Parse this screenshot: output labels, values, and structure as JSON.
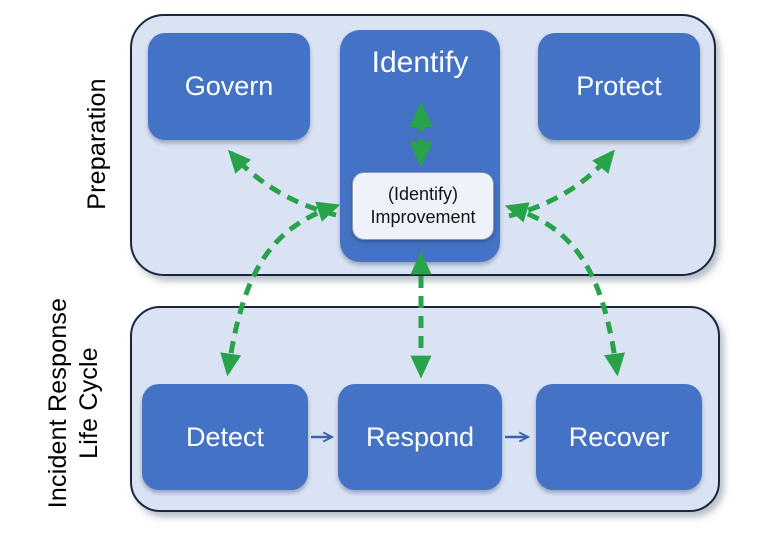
{
  "diagram": {
    "title_implied": "CSF functions mapped to incident response life cycle",
    "colors": {
      "function_box_fill": "#4472c4",
      "function_box_text": "#ffffff",
      "container_fill": "#dae3f3",
      "container_border": "#1b2740",
      "improvement_fill": "#eef2fb",
      "improvement_border": "#8d99ad",
      "improvement_text": "#141414",
      "green_arrow": "#28a34a",
      "blue_arrow": "#3b64ad",
      "side_label_text": "#000000",
      "page_background": "#ffffff"
    },
    "side_labels": {
      "preparation": "Preparation",
      "incident_response_line1": "Incident Response",
      "incident_response_line2": "Life Cycle"
    },
    "preparation_section": {
      "boxes": [
        {
          "id": "govern",
          "label": "Govern"
        },
        {
          "id": "identify",
          "label": "Identify"
        },
        {
          "id": "protect",
          "label": "Protect"
        }
      ],
      "improvement_box": {
        "line1": "(Identify)",
        "line2": "Improvement"
      }
    },
    "incident_response_section": {
      "boxes": [
        {
          "id": "detect",
          "label": "Detect"
        },
        {
          "id": "respond",
          "label": "Respond"
        },
        {
          "id": "recover",
          "label": "Recover"
        }
      ]
    },
    "connections": {
      "green_dashed": [
        "improvement-to-identify (up)",
        "identify-to-improvement (down)",
        "improvement-to-govern",
        "improvement-to-protect",
        "improvement-detect (bidirectional)",
        "improvement-recover (bidirectional)",
        "improvement-respond (bidirectional)"
      ],
      "blue_solid": [
        "detect-to-respond",
        "respond-to-recover"
      ]
    }
  }
}
